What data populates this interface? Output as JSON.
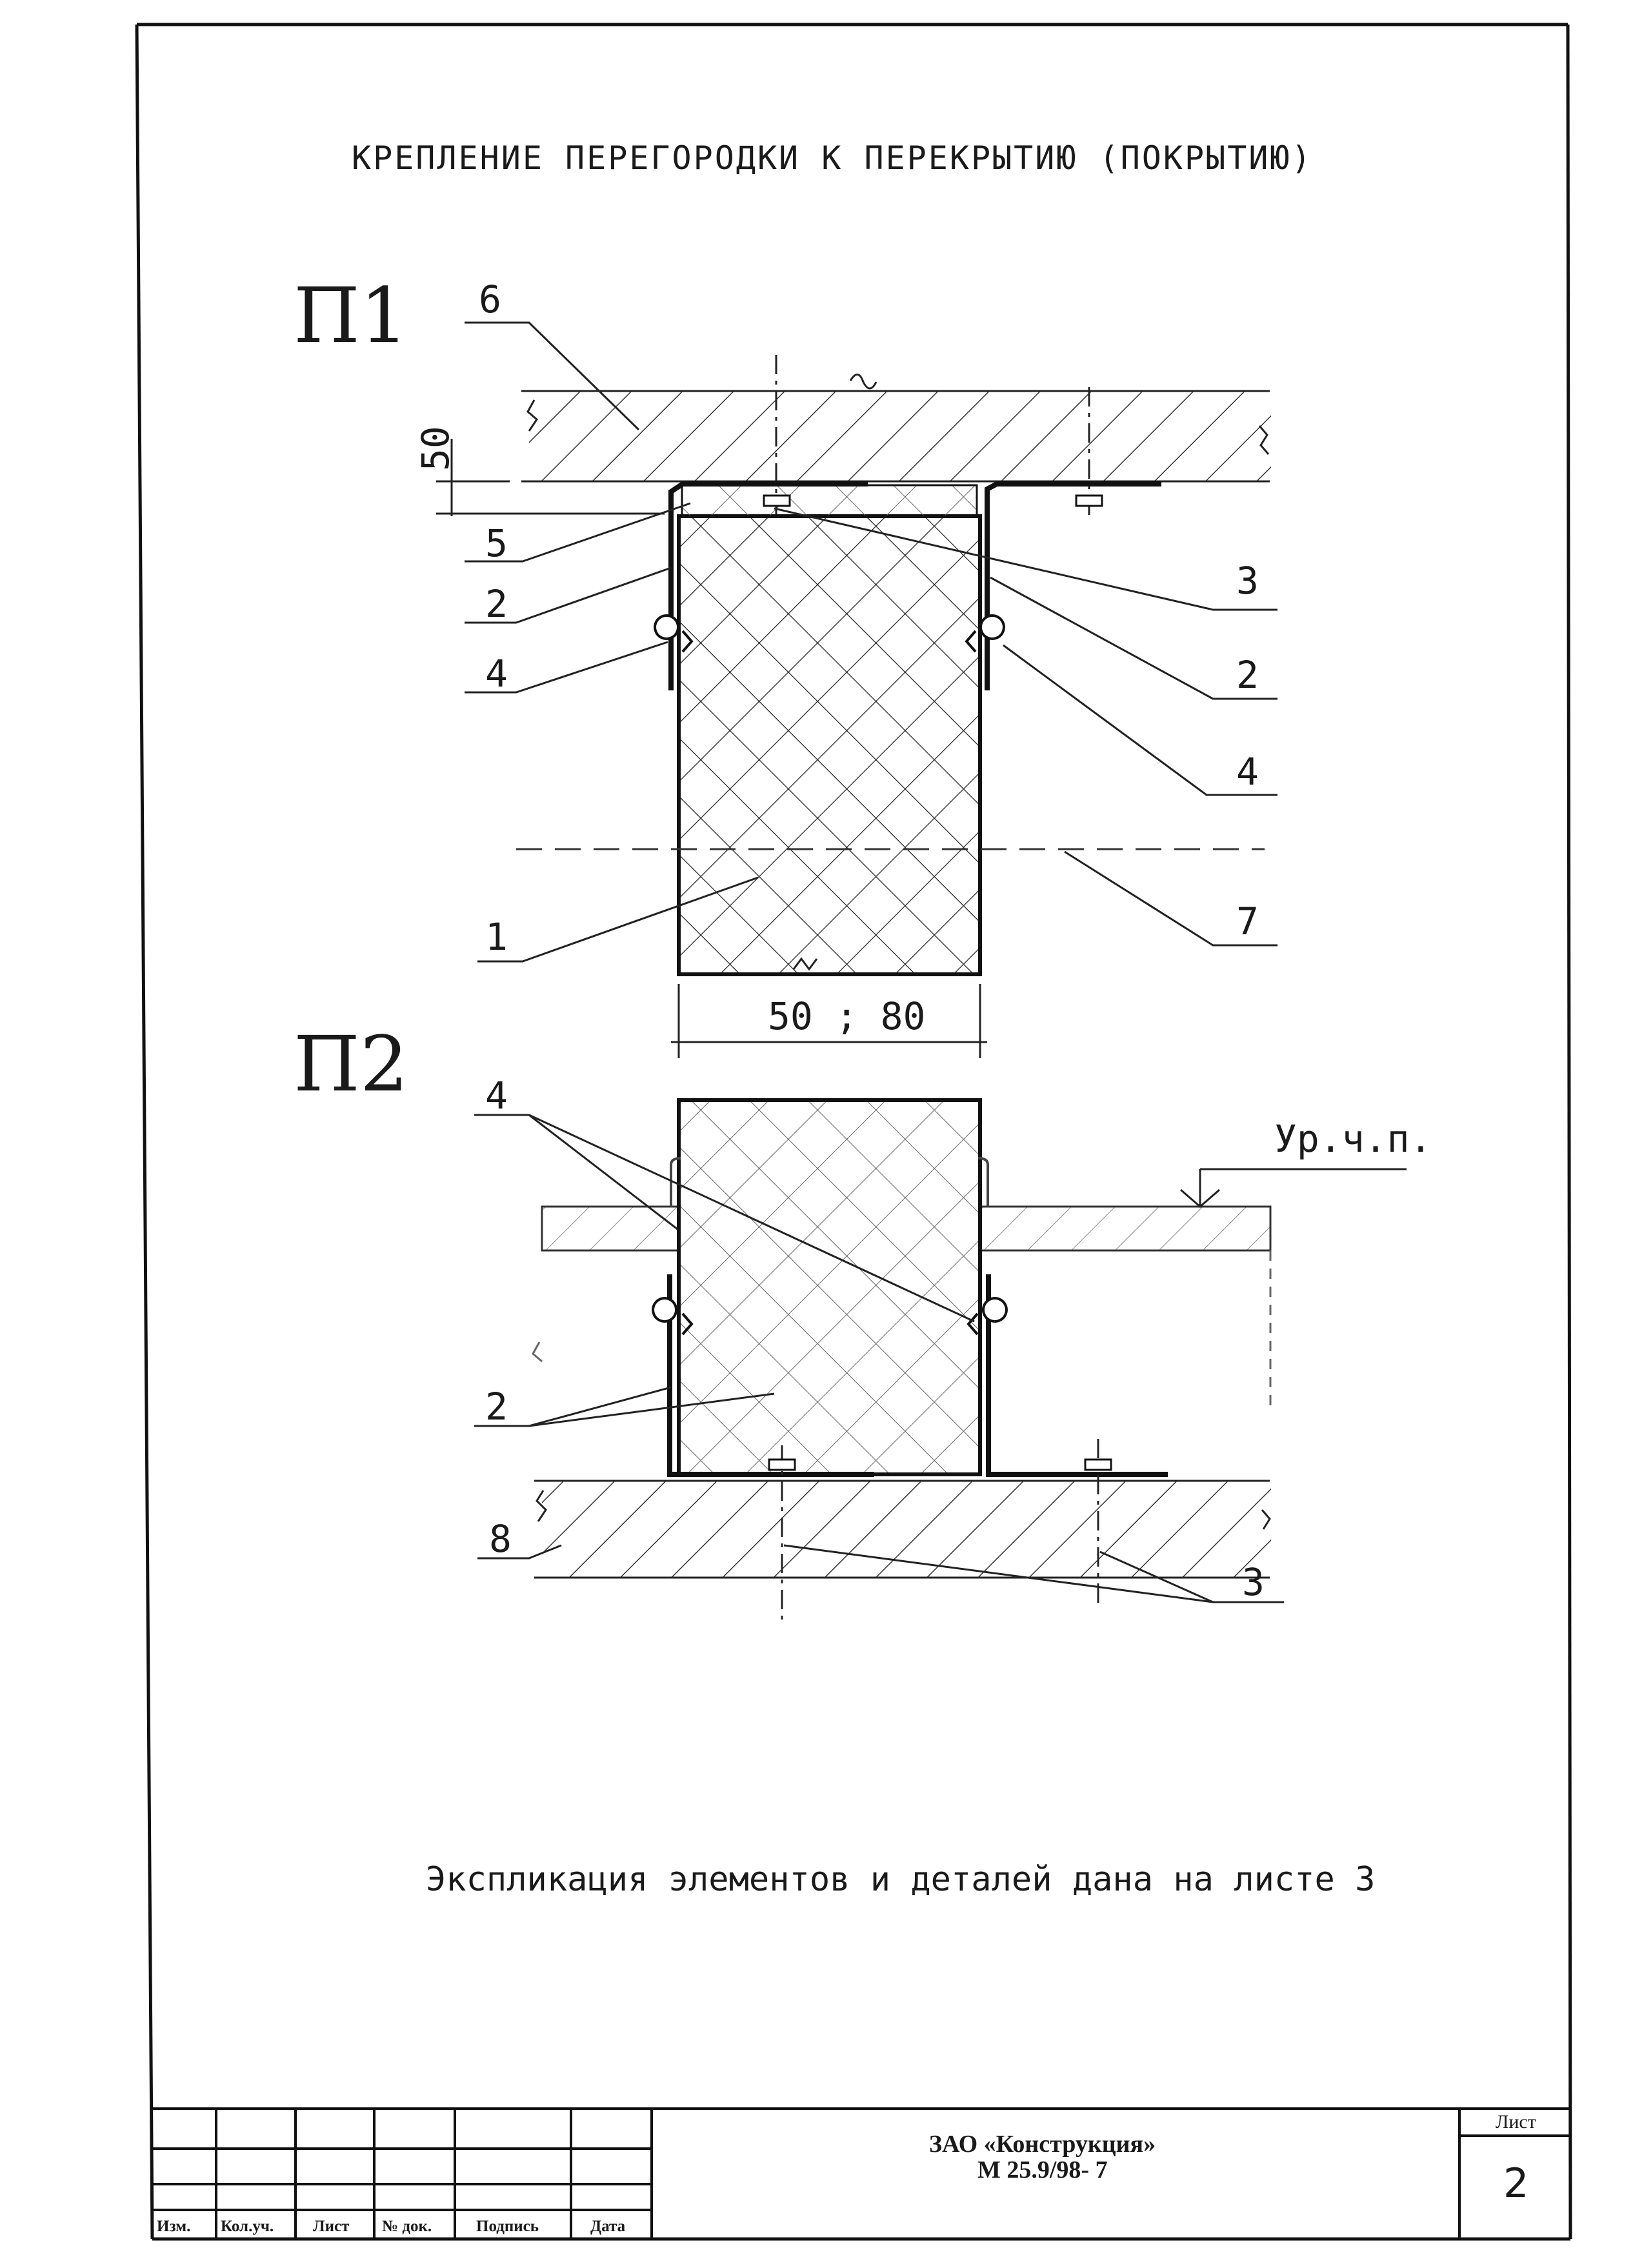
{
  "title": "КРЕПЛЕНИЕ ПЕРЕГОРОДКИ К ПЕРЕКРЫТИЮ (ПОКРЫТИЮ)",
  "details": {
    "p1": {
      "label": "П1",
      "dim_50": "50",
      "dim_width": "50 ; 80",
      "callouts": [
        "6",
        "5",
        "2",
        "4",
        "3",
        "2",
        "4",
        "7",
        "1"
      ]
    },
    "p2": {
      "label": "П2",
      "level_mark": "Ур.ч.п.",
      "callouts": [
        "4",
        "2",
        "8",
        "3"
      ]
    }
  },
  "note": "Экспликация элементов и деталей дана на листе 3",
  "title_block": {
    "company": "ЗАО «Конструкция»",
    "doc_code": "М 25.9/98- 7",
    "sheet_label": "Лист",
    "sheet_number": "2",
    "columns": [
      "Изм.",
      "Кол.уч.",
      "Лист",
      "№ док.",
      "Подпись",
      "Дата"
    ]
  }
}
